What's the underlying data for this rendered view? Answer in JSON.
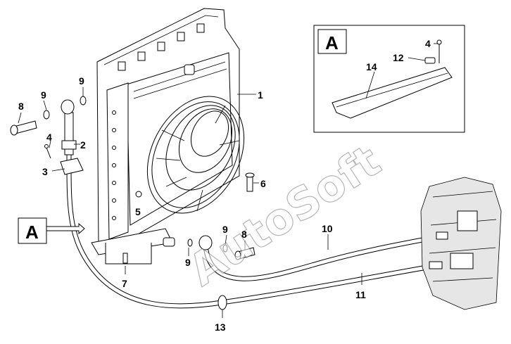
{
  "view": {
    "label": "A"
  },
  "callouts": {
    "radiator": "1",
    "fitting": "2",
    "clamp": "3",
    "bolt_top": "4",
    "grommet_left": "5",
    "bolt_fan": "6",
    "bolt_bottom": "7",
    "banjo_bolt_left": "8",
    "banjo_bolt_right": "8",
    "washer_left_a": "9",
    "washer_left_b": "9",
    "washer_right_a": "9",
    "washer_right_b": "9",
    "hose_upper": "10",
    "hose_lower": "11",
    "clip": "13",
    "detail_bolt": "4",
    "detail_nut": "12",
    "detail_plate": "14"
  },
  "watermark": {
    "text": "AutoSoft"
  },
  "colors": {
    "line": "#000000",
    "background": "#ffffff",
    "watermark_outline": "#7a7a7a"
  }
}
